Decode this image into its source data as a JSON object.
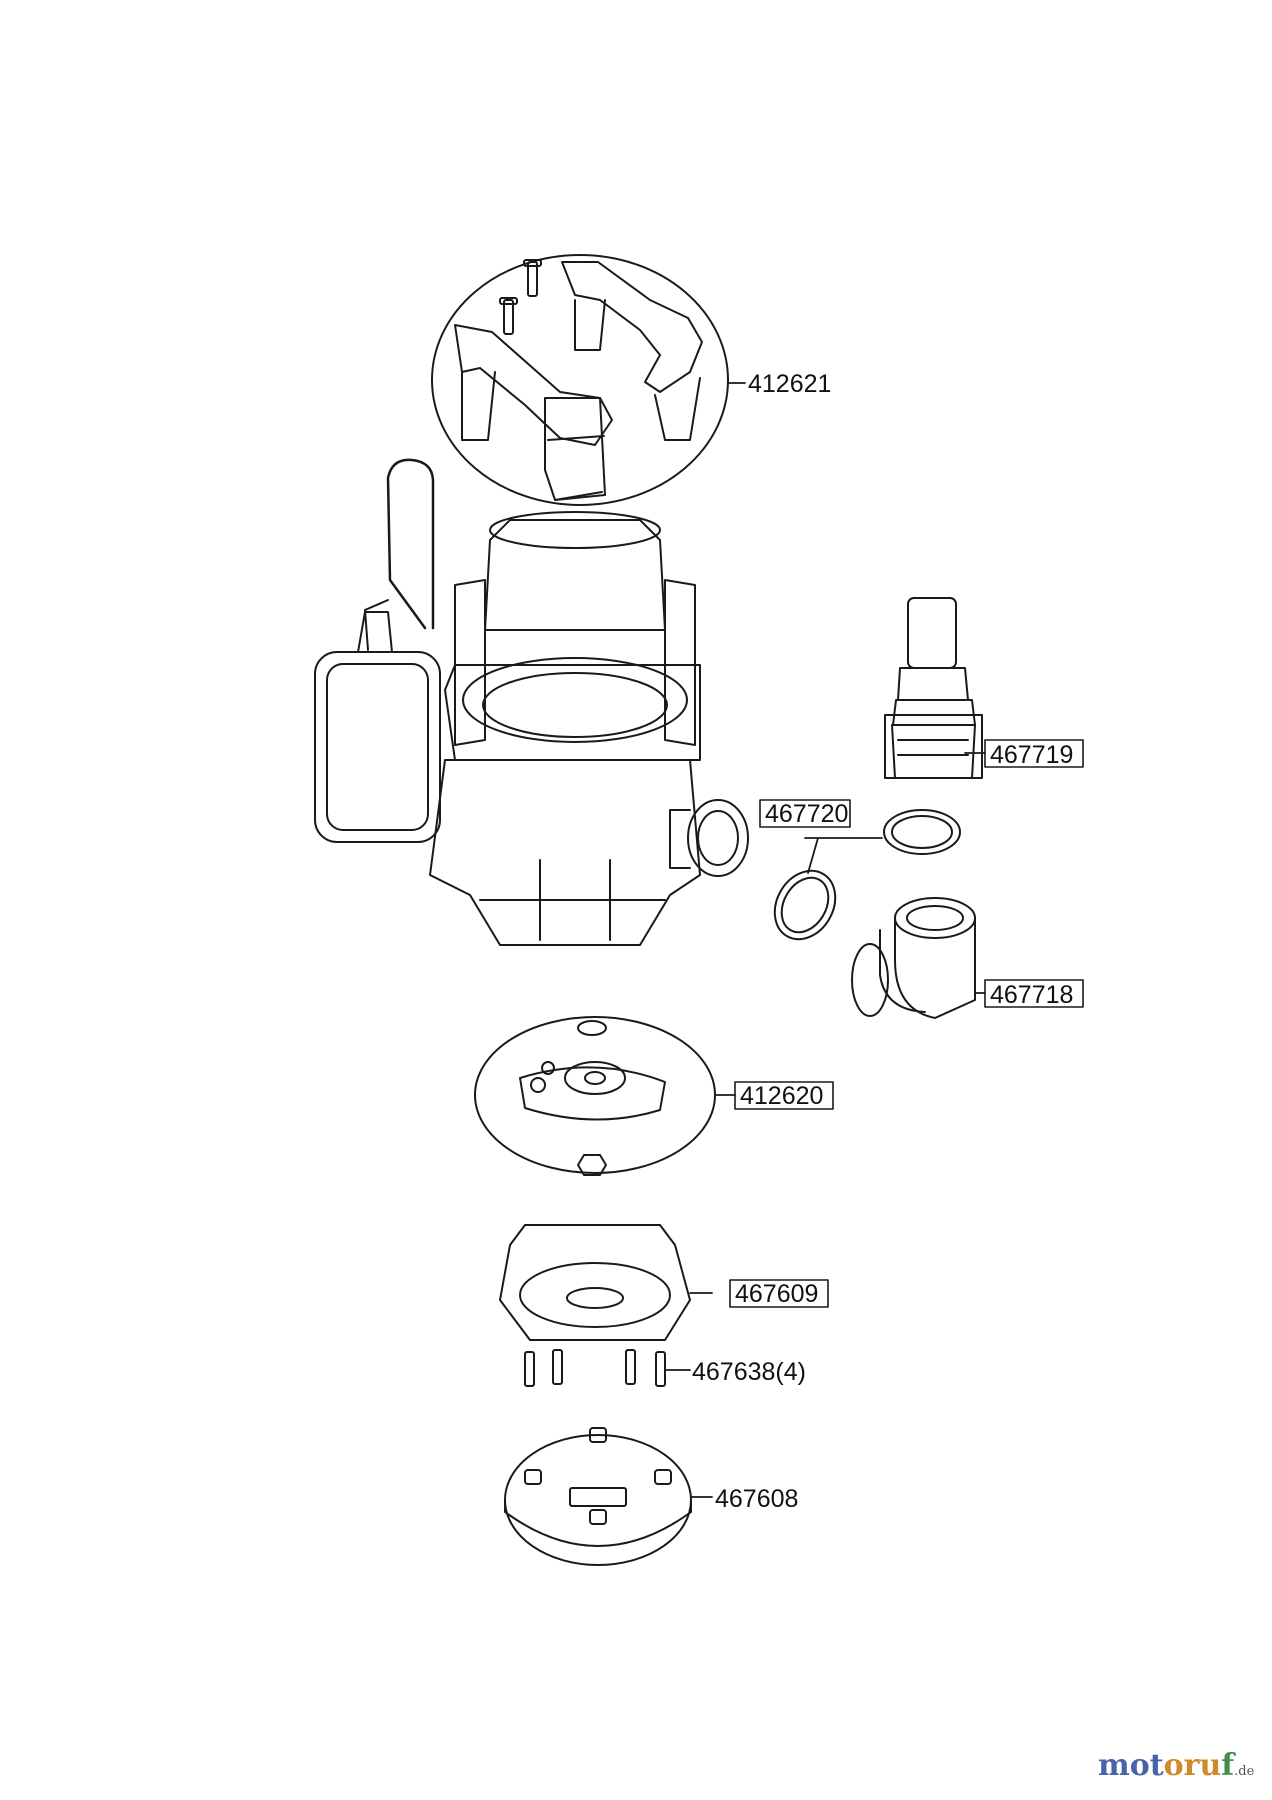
{
  "parts": {
    "handle": "412621",
    "outlet_adapter": "467719",
    "seal_rings": "467720",
    "elbow": "467718",
    "impeller": "412620",
    "housing": "467609",
    "screws": "467638(4)",
    "base": "467608"
  },
  "watermark": {
    "part1": "mot",
    "part2": "oru",
    "part3": "f",
    "tld": ".de"
  },
  "colors": {
    "line": "#1a1a1a",
    "watermark_blue": "#4a63a8",
    "watermark_orange": "#d08a2a",
    "watermark_green": "#3f8f4a"
  }
}
